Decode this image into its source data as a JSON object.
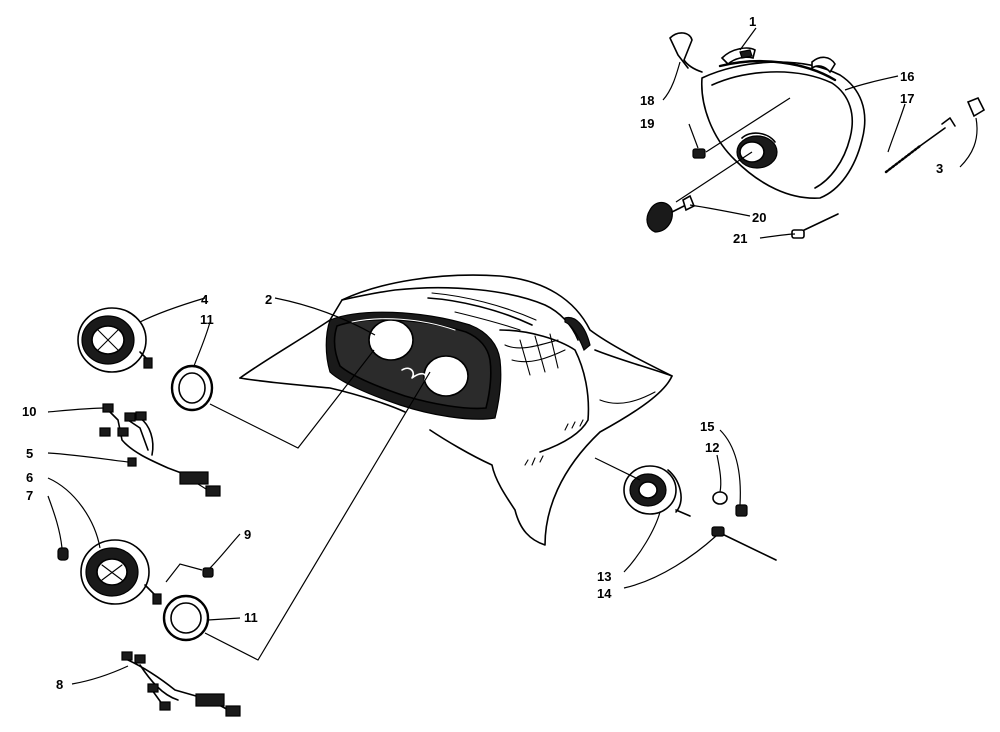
{
  "callouts": [
    {
      "id": "c1",
      "label": "1"
    },
    {
      "id": "c2",
      "label": "2"
    },
    {
      "id": "c3",
      "label": "3"
    },
    {
      "id": "c4",
      "label": "4"
    },
    {
      "id": "c5",
      "label": "5"
    },
    {
      "id": "c6",
      "label": "6"
    },
    {
      "id": "c7",
      "label": "7"
    },
    {
      "id": "c8",
      "label": "8"
    },
    {
      "id": "c9",
      "label": "9"
    },
    {
      "id": "c10",
      "label": "10"
    },
    {
      "id": "c11a",
      "label": "11"
    },
    {
      "id": "c11b",
      "label": "11"
    },
    {
      "id": "c12",
      "label": "12"
    },
    {
      "id": "c13",
      "label": "13"
    },
    {
      "id": "c14",
      "label": "14"
    },
    {
      "id": "c15",
      "label": "15"
    },
    {
      "id": "c16",
      "label": "16"
    },
    {
      "id": "c17",
      "label": "17"
    },
    {
      "id": "c18",
      "label": "18"
    },
    {
      "id": "c19",
      "label": "19"
    },
    {
      "id": "c20",
      "label": "20"
    },
    {
      "id": "c21",
      "label": "21"
    }
  ]
}
